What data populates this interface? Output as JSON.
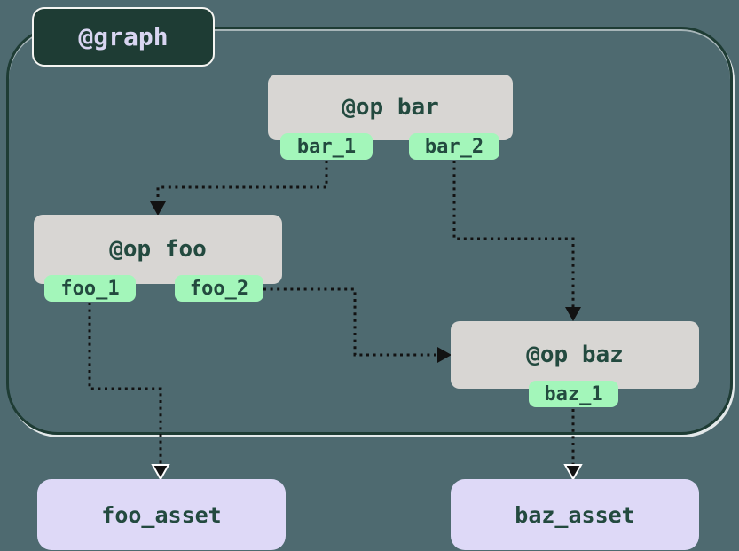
{
  "diagram": {
    "graph": {
      "label": "@graph"
    },
    "ops": [
      {
        "id": "bar",
        "label": "@op bar",
        "outputs": [
          "bar_1",
          "bar_2"
        ]
      },
      {
        "id": "foo",
        "label": "@op foo",
        "outputs": [
          "foo_1",
          "foo_2"
        ]
      },
      {
        "id": "baz",
        "label": "@op baz",
        "outputs": [
          "baz_1"
        ]
      }
    ],
    "assets": [
      {
        "id": "foo_asset",
        "label": "foo_asset"
      },
      {
        "id": "baz_asset",
        "label": "baz_asset"
      }
    ],
    "edges": [
      {
        "from": "bar_1",
        "to": "@op foo"
      },
      {
        "from": "bar_2",
        "to": "@op baz"
      },
      {
        "from": "foo_2",
        "to": "@op baz"
      },
      {
        "from": "foo_1",
        "to": "foo_asset"
      },
      {
        "from": "baz_1",
        "to": "baz_asset"
      }
    ],
    "colors": {
      "background": "#4e6a70",
      "outline": "#1e3c34",
      "node_fill": "#d8d6d3",
      "node_text": "#234a3f",
      "tab_fill": "#a3f6ba",
      "asset_fill": "#ded9f7",
      "badge_text": "#d8d5f1",
      "edge_color": "#121212"
    }
  }
}
